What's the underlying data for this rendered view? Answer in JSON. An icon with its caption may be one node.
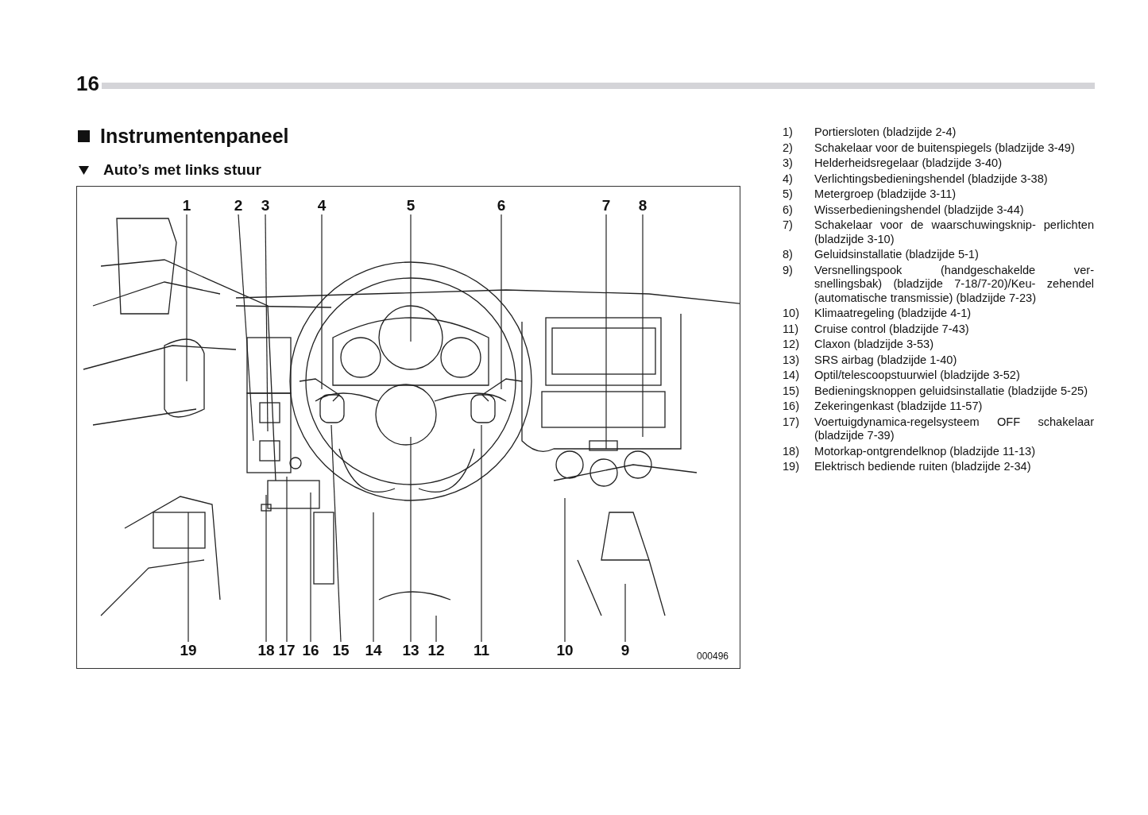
{
  "diagram": {
    "title": "Instrumentenpaneel",
    "nodes": [
      {
        "text": [
          "1"
        ]
      },
      {
        "text": [
          "2"
        ]
      },
      {
        "text": [
          "3"
        ]
      },
      {
        "text": [
          "4"
        ]
      },
      {
        "text": [
          "5"
        ]
      },
      {
        "text": [
          "6"
        ]
      },
      {
        "text": [
          "7"
        ]
      },
      {
        "text": [
          "8"
        ]
      },
      {
        "text": [
          "19"
        ]
      },
      {
        "text": [
          "18"
        ]
      },
      {
        "text": [
          "17"
        ]
      },
      {
        "text": [
          "16"
        ]
      },
      {
        "text": [
          "15"
        ]
      },
      {
        "text": [
          "14"
        ]
      },
      {
        "text": [
          "13"
        ]
      },
      {
        "text": [
          "12"
        ]
      },
      {
        "text": [
          "11"
        ]
      },
      {
        "text": [
          "10"
        ]
      },
      {
        "text": [
          "9"
        ]
      }
    ],
    "edges": [
      {
        "from": 0,
        "to": null,
        "arrow": "none"
      },
      {
        "from": 1,
        "to": null,
        "arrow": "none"
      },
      {
        "from": 2,
        "to": null,
        "arrow": "none"
      },
      {
        "from": 3,
        "to": null,
        "arrow": "none"
      },
      {
        "from": 4,
        "to": null,
        "arrow": "none"
      },
      {
        "from": 5,
        "to": null,
        "arrow": "none"
      },
      {
        "from": 6,
        "to": null,
        "arrow": "none"
      },
      {
        "from": 7,
        "to": null,
        "arrow": "none"
      },
      {
        "from": 8,
        "to": null,
        "arrow": "none"
      },
      {
        "from": 9,
        "to": null,
        "arrow": "none"
      },
      {
        "from": 10,
        "to": null,
        "arrow": "none"
      },
      {
        "from": 11,
        "to": null,
        "arrow": "none"
      },
      {
        "from": 12,
        "to": null,
        "arrow": "none"
      },
      {
        "from": 13,
        "to": null,
        "arrow": "none"
      },
      {
        "from": 14,
        "to": null,
        "arrow": "none"
      },
      {
        "from": 15,
        "to": null,
        "arrow": "none"
      },
      {
        "from": 16,
        "to": null,
        "arrow": "none"
      },
      {
        "from": 17,
        "to": null,
        "arrow": "none"
      },
      {
        "from": 18,
        "to": null,
        "arrow": "none"
      }
    ],
    "labels": [
      "16",
      "Auto’s met links stuur",
      "000496",
      "1)",
      "Portiersloten (bladzijde 2-4)",
      "2)",
      "Schakelaar voor de buitenspiegels (bladzijde 3-49)",
      "3)",
      "Helderheidsregelaar (bladzijde 3-40)",
      "4)",
      "Verlichtingsbedieningshendel (bladzijde 3-38)",
      "5)",
      "Metergroep (bladzijde 3-11)",
      "6)",
      "Wisserbedieningshendel (bladzijde 3-44)",
      "7)",
      "Schakelaar voor de waarschuwingsknip- perlichten (bladzijde 3-10)",
      "8)",
      "Geluidsinstallatie (bladzijde 5-1)",
      "9)",
      "Versnellingspook (handgeschakelde ver- snellingsbak) (bladzijde 7-18/7-20)/Keu- zehendel (automatische transmissie) (bladzijde 7-23)",
      "10)",
      "Klimaatregeling (bladzijde 4-1)",
      "11)",
      "Cruise control (bladzijde 7-43)",
      "12)",
      "Claxon (bladzijde 3-53)",
      "13)",
      "SRS airbag (bladzijde 1-40)",
      "14)",
      "Optil/telescoopstuurwiel (bladzijde 3-52)",
      "15)",
      "Bedieningsknoppen geluidsinstallatie (bladzijde 5-25)",
      "16)",
      "Zekeringenkast (bladzijde 11-57)",
      "17)",
      "Voertuigdynamica-regelsysteem OFF schakelaar (bladzijde 7-39)",
      "18)",
      "Motorkap-ontgrendelknop (bladzijde 11-13)",
      "19)",
      "Elektrisch bediende ruiten (bladzijde 2-34)"
    ]
  }
}
